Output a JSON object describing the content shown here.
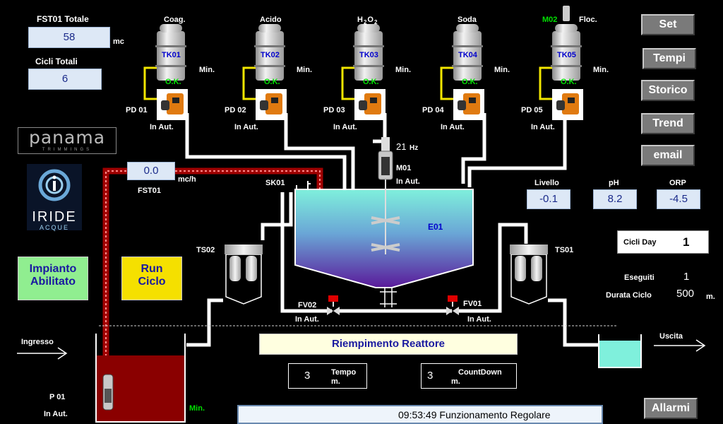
{
  "totals": {
    "fst01_label": "FST01 Totale",
    "fst01_value": "58",
    "fst01_unit": "mc",
    "cycles_label": "Cicli Totali",
    "cycles_value": "6"
  },
  "logos": {
    "panama": "panama",
    "panama_sub": "TRIMMINGS",
    "iride": "IRIDE",
    "iride_sub": "ACQUE"
  },
  "tanks": [
    {
      "name": "Coag.",
      "id": "TK01",
      "level": "Min.",
      "ok": "O.K.",
      "pump": "PD 01",
      "mode": "In Aut."
    },
    {
      "name": "Acido",
      "id": "TK02",
      "level": "Min.",
      "ok": "O.K.",
      "pump": "PD 02",
      "mode": "In Aut."
    },
    {
      "name": "H2O2",
      "id": "TK03",
      "level": "Min.",
      "ok": "O.K.",
      "pump": "PD 03",
      "mode": "In Aut."
    },
    {
      "name": "Soda",
      "id": "TK04",
      "level": "Min.",
      "ok": "O.K.",
      "pump": "PD 04",
      "mode": "In Aut."
    },
    {
      "name": "Floc.",
      "id": "TK05",
      "level": "Min.",
      "ok": "O.K.",
      "pump": "PD 05",
      "mode": "In Aut."
    }
  ],
  "h2o2": {
    "h": "H",
    "sub1": "2",
    "o": "O",
    "sub2": "2"
  },
  "m02": "M02",
  "mixer": {
    "freq": "21",
    "freq_unit": "Hz",
    "id": "M01",
    "mode": "In Aut."
  },
  "flow": {
    "value": "0.0",
    "unit": "mc/h",
    "id": "FST01"
  },
  "reactor": {
    "id": "E01",
    "sk": "SK01"
  },
  "sensors": [
    {
      "label": "Livello",
      "value": "-0.1"
    },
    {
      "label": "pH",
      "value": "8.2"
    },
    {
      "label": "ORP",
      "value": "-4.5"
    }
  ],
  "buttons": {
    "set": "Set",
    "tempi": "Tempi",
    "storico": "Storico",
    "trend": "Trend",
    "email": "email",
    "allarmi": "Allarmi"
  },
  "cycles_day": {
    "label": "Cicli Day",
    "value": "1"
  },
  "cycle": {
    "done_label": "Eseguiti",
    "done_value": "1",
    "duration_label": "Durata Ciclo",
    "duration_value": "500",
    "duration_unit": "m."
  },
  "filters": {
    "ts02": "TS02",
    "ts01": "TS01"
  },
  "valves": {
    "fv02": "FV02",
    "fv02_mode": "In Aut.",
    "fv01": "FV01",
    "fv01_mode": "In Aut."
  },
  "impianto": {
    "line1": "Impianto",
    "line2": "Abilitato"
  },
  "run": {
    "line1": "Run",
    "line2": "Ciclo"
  },
  "phase": "Riempimento Reattore",
  "tempo": {
    "value": "3",
    "label1": "Tempo",
    "label2": "m."
  },
  "countdown": {
    "value": "3",
    "label1": "CountDown",
    "label2": "m."
  },
  "ingresso": "Ingresso",
  "uscita": "Uscita",
  "pump_p01": {
    "id": "P 01",
    "mode": "In Aut.",
    "level": "Min."
  },
  "status": "09:53:49 Funzionamento Regolare",
  "colors": {
    "reactor_top": "#7ff0dc",
    "reactor_bottom": "#5a1a9a",
    "sump": "#8a0000",
    "outlet": "#7ff0dc",
    "ok_green": "#00e000"
  }
}
